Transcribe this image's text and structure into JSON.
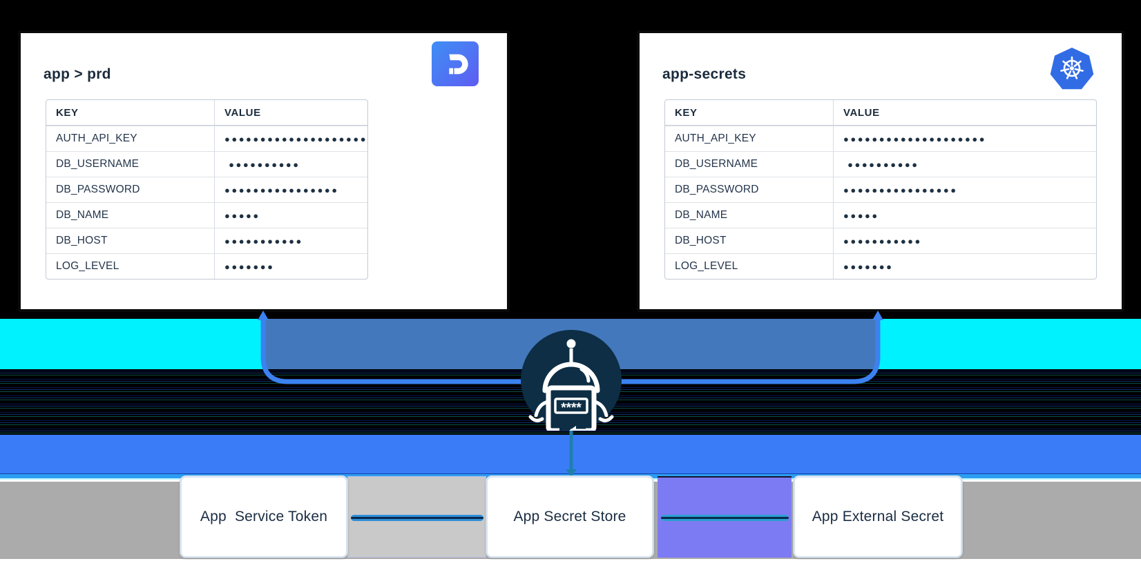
{
  "diagram": {
    "left_card": {
      "title": "app > prd",
      "logo_icon": "doppler-logo",
      "table": {
        "headers": [
          "KEY",
          "VALUE"
        ],
        "rows": [
          {
            "key": "AUTH_API_KEY",
            "value_masked": "●●●●●●●●●●●●●●●●●●●●"
          },
          {
            "key": "DB_USERNAME",
            "value_masked": " ●●●●●●●●●●"
          },
          {
            "key": "DB_PASSWORD",
            "value_masked": "●●●●●●●●●●●●●●●●"
          },
          {
            "key": "DB_NAME",
            "value_masked": "●●●●●"
          },
          {
            "key": "DB_HOST",
            "value_masked": "●●●●●●●●●●●"
          },
          {
            "key": "LOG_LEVEL",
            "value_masked": "●●●●●●●"
          }
        ]
      }
    },
    "right_card": {
      "title": "app-secrets",
      "logo_icon": "kubernetes-logo",
      "table": {
        "headers": [
          "KEY",
          "VALUE"
        ],
        "rows": [
          {
            "key": "AUTH_API_KEY",
            "value_masked": "●●●●●●●●●●●●●●●●●●●●"
          },
          {
            "key": "DB_USERNAME",
            "value_masked": " ●●●●●●●●●●"
          },
          {
            "key": "DB_PASSWORD",
            "value_masked": "●●●●●●●●●●●●●●●●"
          },
          {
            "key": "DB_NAME",
            "value_masked": "●●●●●"
          },
          {
            "key": "DB_HOST",
            "value_masked": "●●●●●●●●●●●"
          },
          {
            "key": "LOG_LEVEL",
            "value_masked": "●●●●●●●"
          }
        ]
      }
    },
    "operator": {
      "icon": "password-sync-robot",
      "mask_text": "****"
    },
    "bottom_nodes": [
      {
        "label": "App  Service Token"
      },
      {
        "label": "App Secret Store"
      },
      {
        "label": "App External Secret"
      }
    ],
    "colors": {
      "background": "#000000",
      "cyan_band": "#00f2ff",
      "steel_blue_fill": "#4478bc",
      "blue_band": "#3a7cf8",
      "connector_blue": "#3b82f0",
      "drop_arrow_teal": "#1f7fae",
      "robot_navy": "#0d2e45",
      "gray_band": "#ababab",
      "silver_block": "#c9c9c9",
      "purple_block": "#7d7bf3",
      "kubernetes_blue": "#326ce5",
      "doppler_gradient_start": "#3f8ef5",
      "doppler_gradient_end": "#5f5cf2",
      "table_text": "#1b2b3c"
    }
  }
}
